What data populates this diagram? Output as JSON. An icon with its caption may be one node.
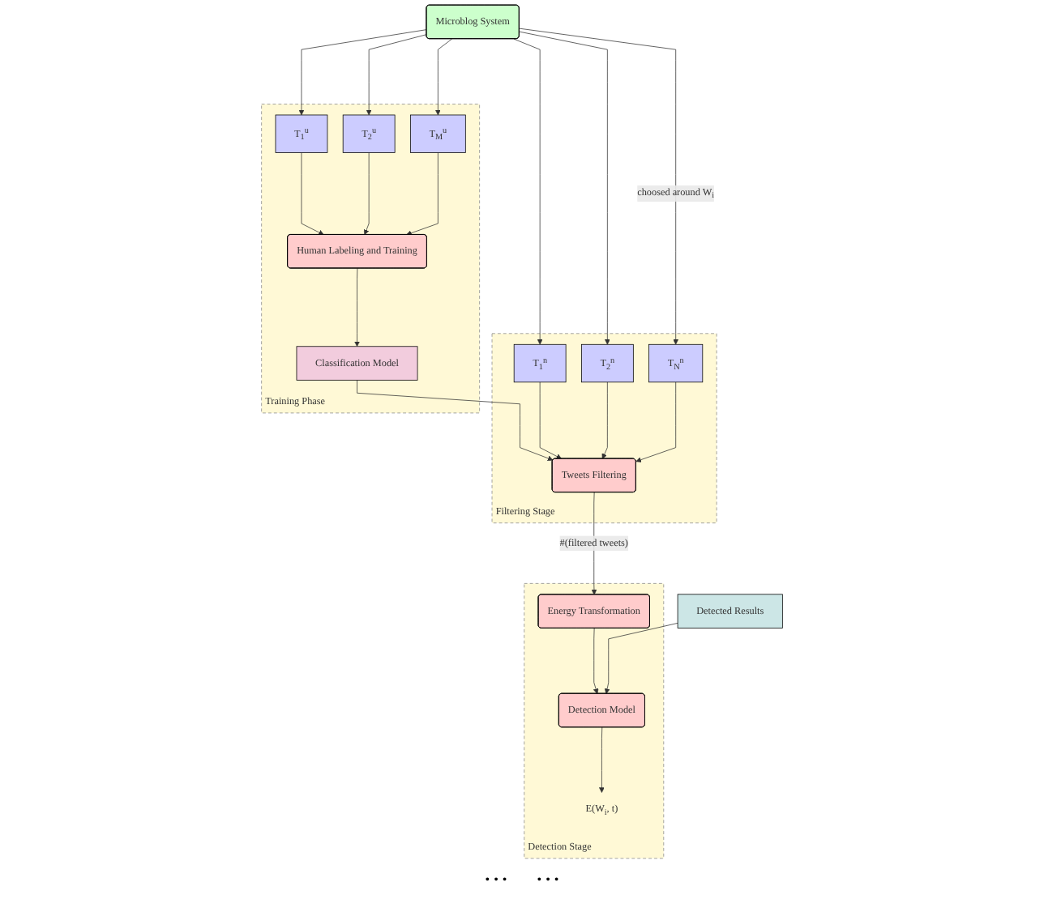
{
  "diagram": {
    "nodes": [
      {
        "text": [
          "Microblog System"
        ]
      },
      {
        "text": [
          "Training Phase"
        ]
      },
      {
        "text": [
          "T$_{1}$$^{u}$"
        ],
        "in": 1
      },
      {
        "text": [
          "T$_{2}$$^{u}$"
        ],
        "in": 1
      },
      {
        "text": [
          "T$_{M}$$^{u}$"
        ],
        "in": 1
      },
      {
        "text": [
          "Human Labeling and Training"
        ],
        "in": 1
      },
      {
        "text": [
          "Classification Model"
        ],
        "in": 1
      },
      {
        "text": [
          "Filtering Stage"
        ]
      },
      {
        "text": [
          "T$_{1}$$^{n}$"
        ],
        "in": 7
      },
      {
        "text": [
          "T$_{2}$$^{n}$"
        ],
        "in": 7
      },
      {
        "text": [
          "T$_{N}$$^{n}$"
        ],
        "in": 7
      },
      {
        "text": [
          "Tweets Filtering"
        ],
        "in": 7
      },
      {
        "text": [
          "Detection Stage"
        ]
      },
      {
        "text": [
          "Energy Transformation"
        ],
        "in": 12
      },
      {
        "text": [
          "Detection Model"
        ],
        "in": 12
      },
      {
        "text": [
          "E(W$_{i}$, t)"
        ],
        "in": 12
      },
      {
        "text": [
          "Detected Results"
        ]
      }
    ],
    "edges": [
      {
        "from": 0,
        "to": 2,
        "arrow": "to"
      },
      {
        "from": 0,
        "to": 3,
        "arrow": "to"
      },
      {
        "from": 0,
        "to": 4,
        "arrow": "to"
      },
      {
        "from": 0,
        "to": 8,
        "arrow": "to"
      },
      {
        "from": 0,
        "to": 9,
        "arrow": "to"
      },
      {
        "from": 0,
        "to": 10,
        "arrow": "to",
        "label": "choosed around W$_{i}$"
      },
      {
        "from": 2,
        "to": 5,
        "arrow": "to"
      },
      {
        "from": 3,
        "to": 5,
        "arrow": "to"
      },
      {
        "from": 4,
        "to": 5,
        "arrow": "to"
      },
      {
        "from": 5,
        "to": 6,
        "arrow": "to"
      },
      {
        "from": 6,
        "to": 11,
        "arrow": "to"
      },
      {
        "from": 8,
        "to": 11,
        "arrow": "to"
      },
      {
        "from": 9,
        "to": 11,
        "arrow": "to"
      },
      {
        "from": 10,
        "to": 11,
        "arrow": "to"
      },
      {
        "from": 11,
        "to": 13,
        "arrow": "to",
        "label": "#(filtered tweets)"
      },
      {
        "from": 13,
        "to": 14,
        "arrow": "to"
      },
      {
        "from": 16,
        "to": 14,
        "arrow": "to"
      },
      {
        "from": 14,
        "to": 15,
        "arrow": "to"
      }
    ],
    "labels": [
      "···",
      "···"
    ]
  }
}
